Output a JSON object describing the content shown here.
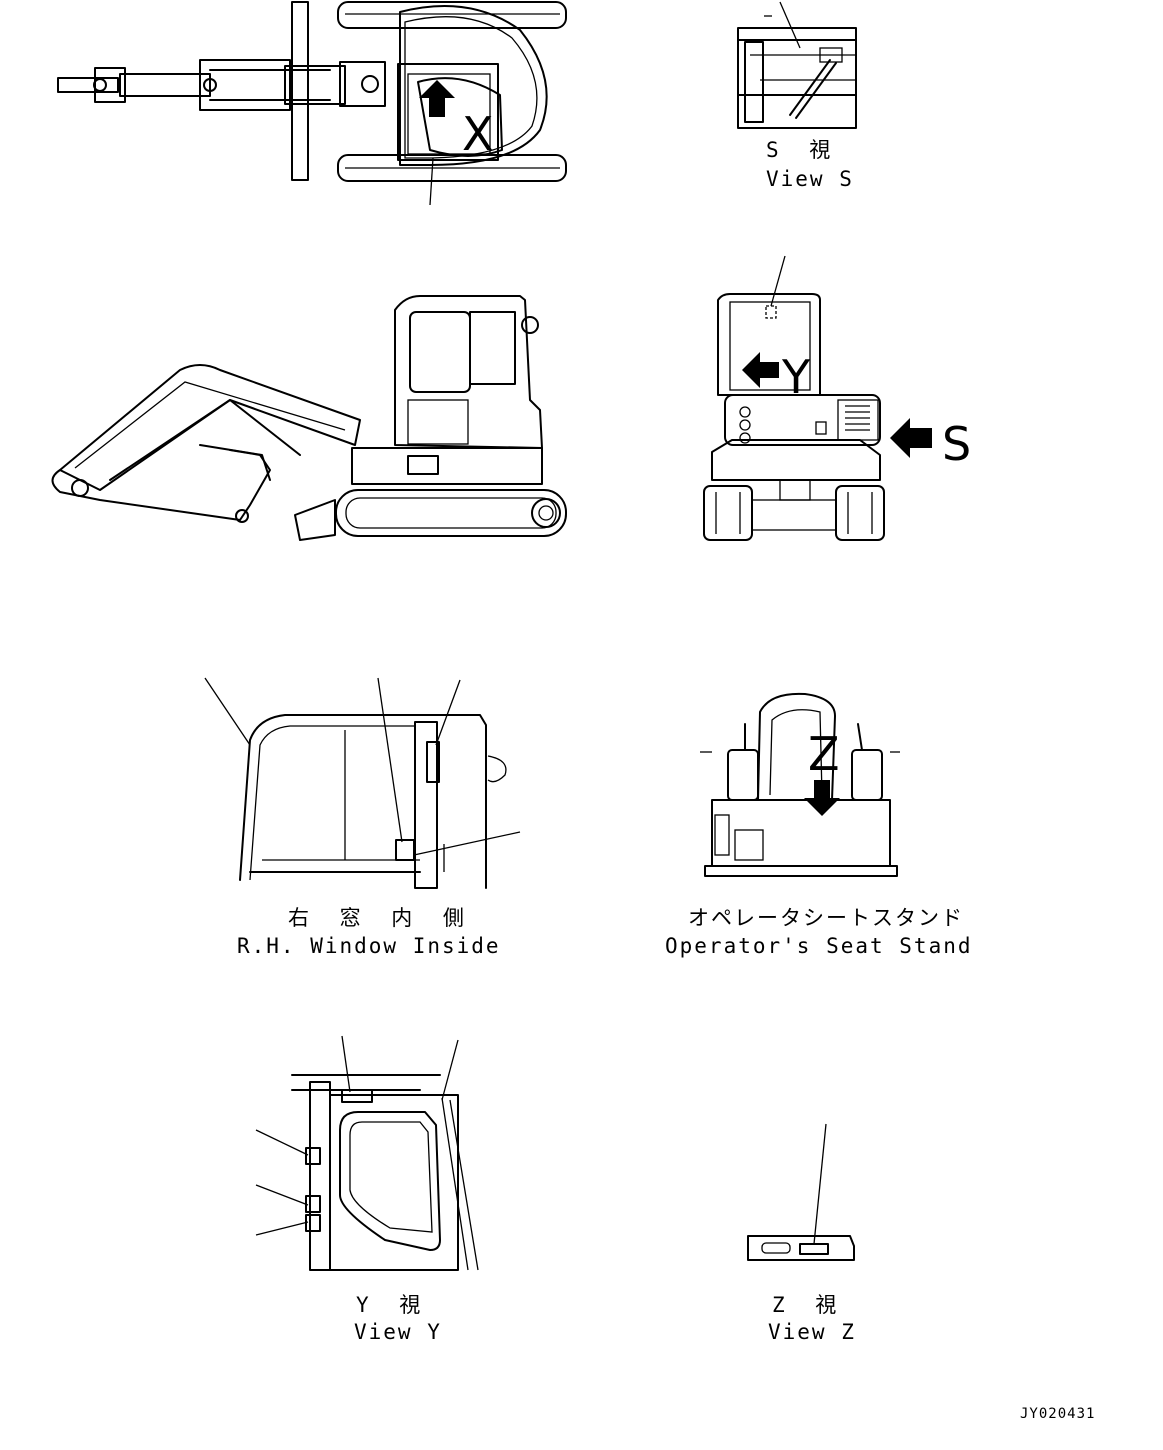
{
  "markers": {
    "x": "X",
    "y": "Y",
    "s": "S",
    "z": "Z"
  },
  "views": {
    "view_s": {
      "jp": "S 視",
      "en": "View S"
    },
    "rh_window": {
      "jp": "右 窓 内 側",
      "en": "R.H. Window Inside"
    },
    "seat_stand": {
      "jp": "オペレータシートスタンド",
      "en": "Operator's Seat Stand"
    },
    "view_y": {
      "jp": "Y 視",
      "en": "View Y"
    },
    "view_z": {
      "jp": "Z 視",
      "en": "View Z"
    }
  },
  "drawing_code": "JY020431"
}
